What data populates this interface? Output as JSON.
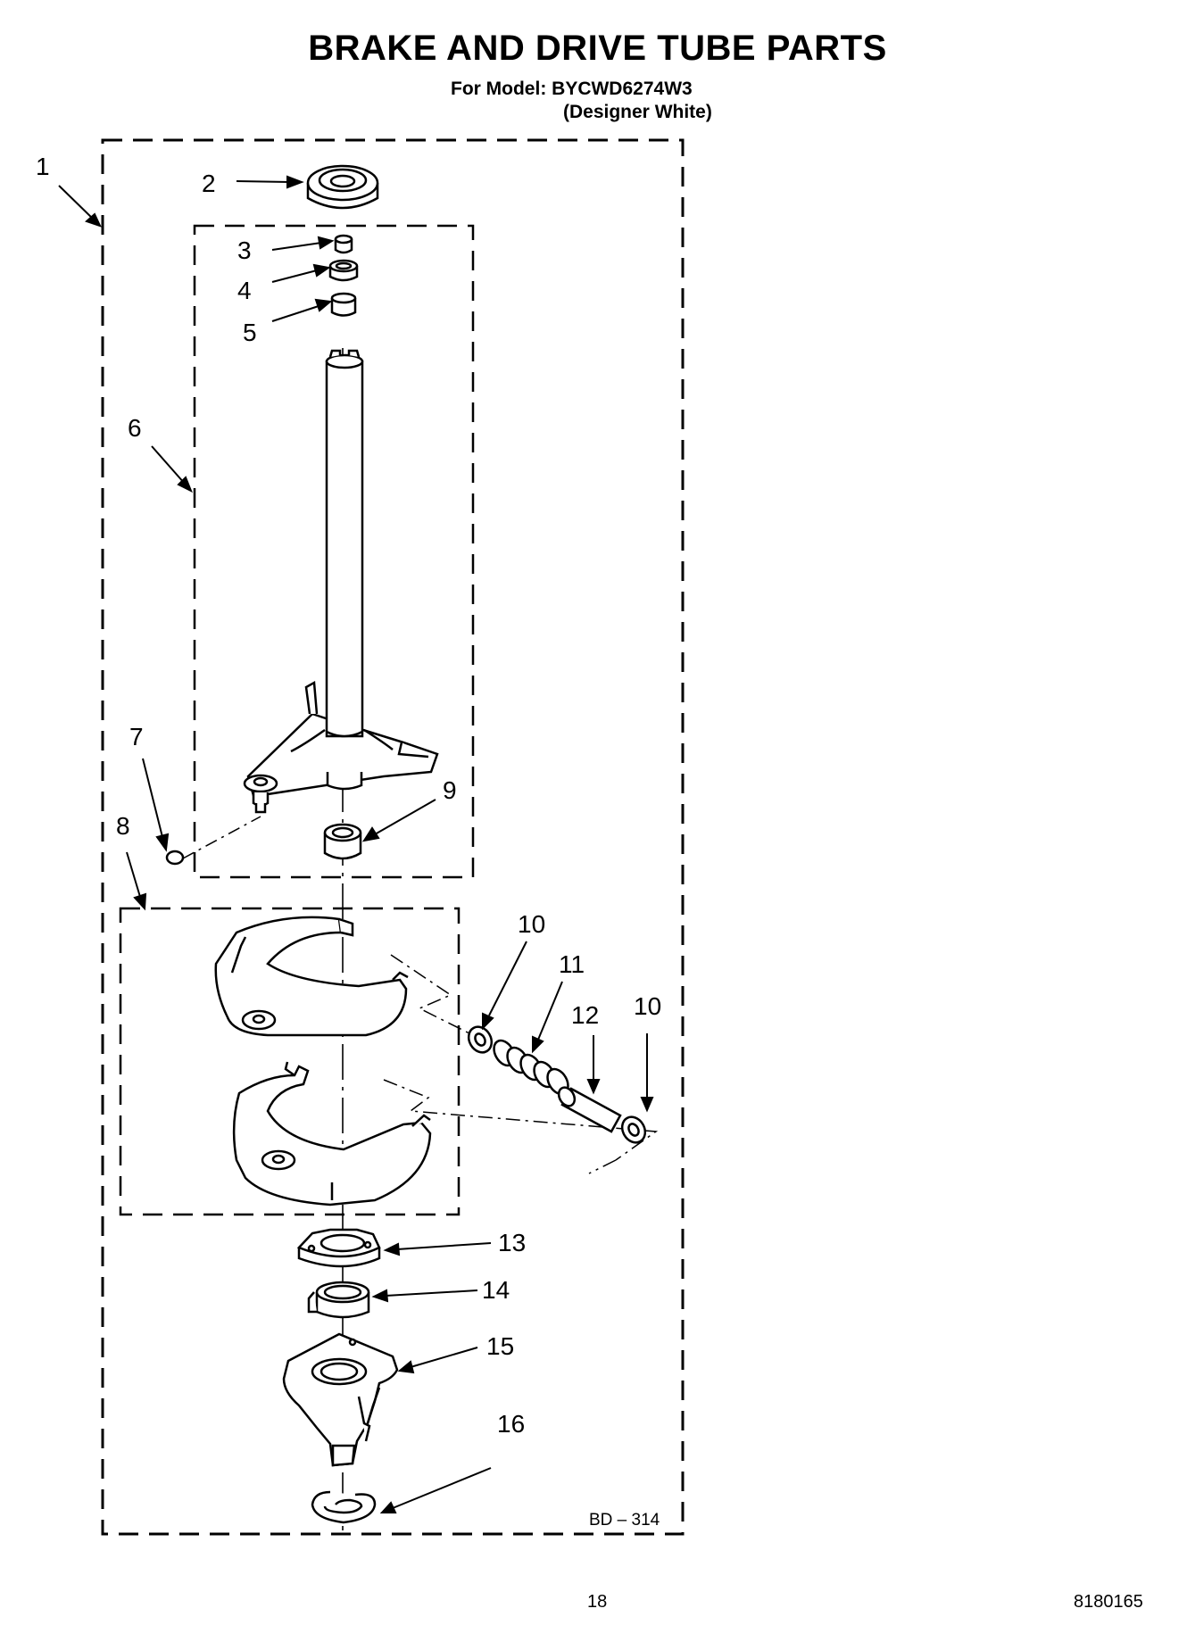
{
  "header": {
    "title": "BRAKE AND DRIVE TUBE PARTS",
    "model_line": "For Model: BYCWD6274W3",
    "color_line": "(Designer White)"
  },
  "diagram": {
    "callouts": [
      "1",
      "2",
      "3",
      "4",
      "5",
      "6",
      "7",
      "8",
      "9",
      "10",
      "11",
      "12",
      "10",
      "13",
      "14",
      "15",
      "16"
    ],
    "code": "BD – 314"
  },
  "footer": {
    "page_number": "18",
    "doc_number": "8180165"
  }
}
